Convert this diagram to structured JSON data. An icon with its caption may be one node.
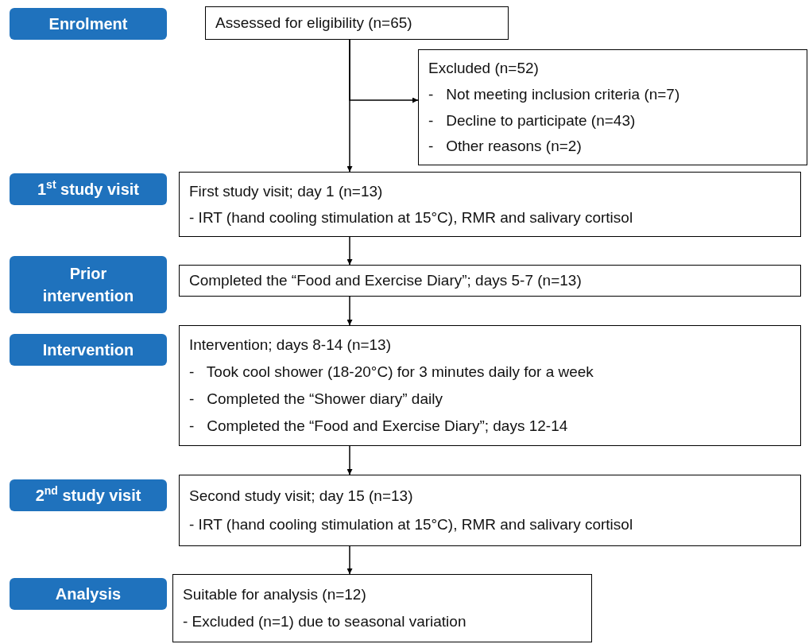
{
  "diagram": {
    "nodes": [
      {
        "text": [
          "Enrolment"
        ]
      },
      {
        "text": [
          "Assessed for eligibility (n=65)"
        ]
      },
      {
        "text": [
          "Excluded (n=52)",
          "-   Not meeting inclusion criteria (n=7)",
          "-   Decline to participate (n=43)",
          "-   Other reasons (n=2)"
        ]
      },
      {
        "text": [
          "1$^{st}$ study visit"
        ]
      },
      {
        "text": [
          "First study visit; day 1 (n=13)",
          "- IRT (hand cooling stimulation at 15°C), RMR and salivary cortisol"
        ]
      },
      {
        "text": [
          "Prior intervention"
        ]
      },
      {
        "text": [
          "Completed the “Food and Exercise Diary”; days 5-7 (n=13)"
        ]
      },
      {
        "text": [
          "Intervention"
        ]
      },
      {
        "text": [
          "Intervention; days 8-14 (n=13)",
          "-   Took cool shower (18-20°C) for 3 minutes daily for a week",
          "-   Completed the “Shower diary” daily",
          "-   Completed the “Food and Exercise Diary”; days 12-14"
        ]
      },
      {
        "text": [
          "2$^{nd}$ study visit"
        ]
      },
      {
        "text": [
          "Second study visit; day 15 (n=13)",
          "- IRT (hand cooling stimulation at 15°C), RMR and salivary cortisol"
        ]
      },
      {
        "text": [
          "Analysis"
        ]
      },
      {
        "text": [
          "Suitable for analysis (n=12)",
          "- Excluded (n=1) due to seasonal variation"
        ]
      }
    ],
    "edges": [
      {
        "from": 1,
        "to": 4,
        "arrow": "to"
      },
      {
        "from": 1,
        "to": 2,
        "arrow": "to"
      },
      {
        "from": 4,
        "to": 6,
        "arrow": "to"
      },
      {
        "from": 6,
        "to": 8,
        "arrow": "to"
      },
      {
        "from": 8,
        "to": 10,
        "arrow": "to"
      },
      {
        "from": 10,
        "to": 12,
        "arrow": "to"
      }
    ]
  }
}
